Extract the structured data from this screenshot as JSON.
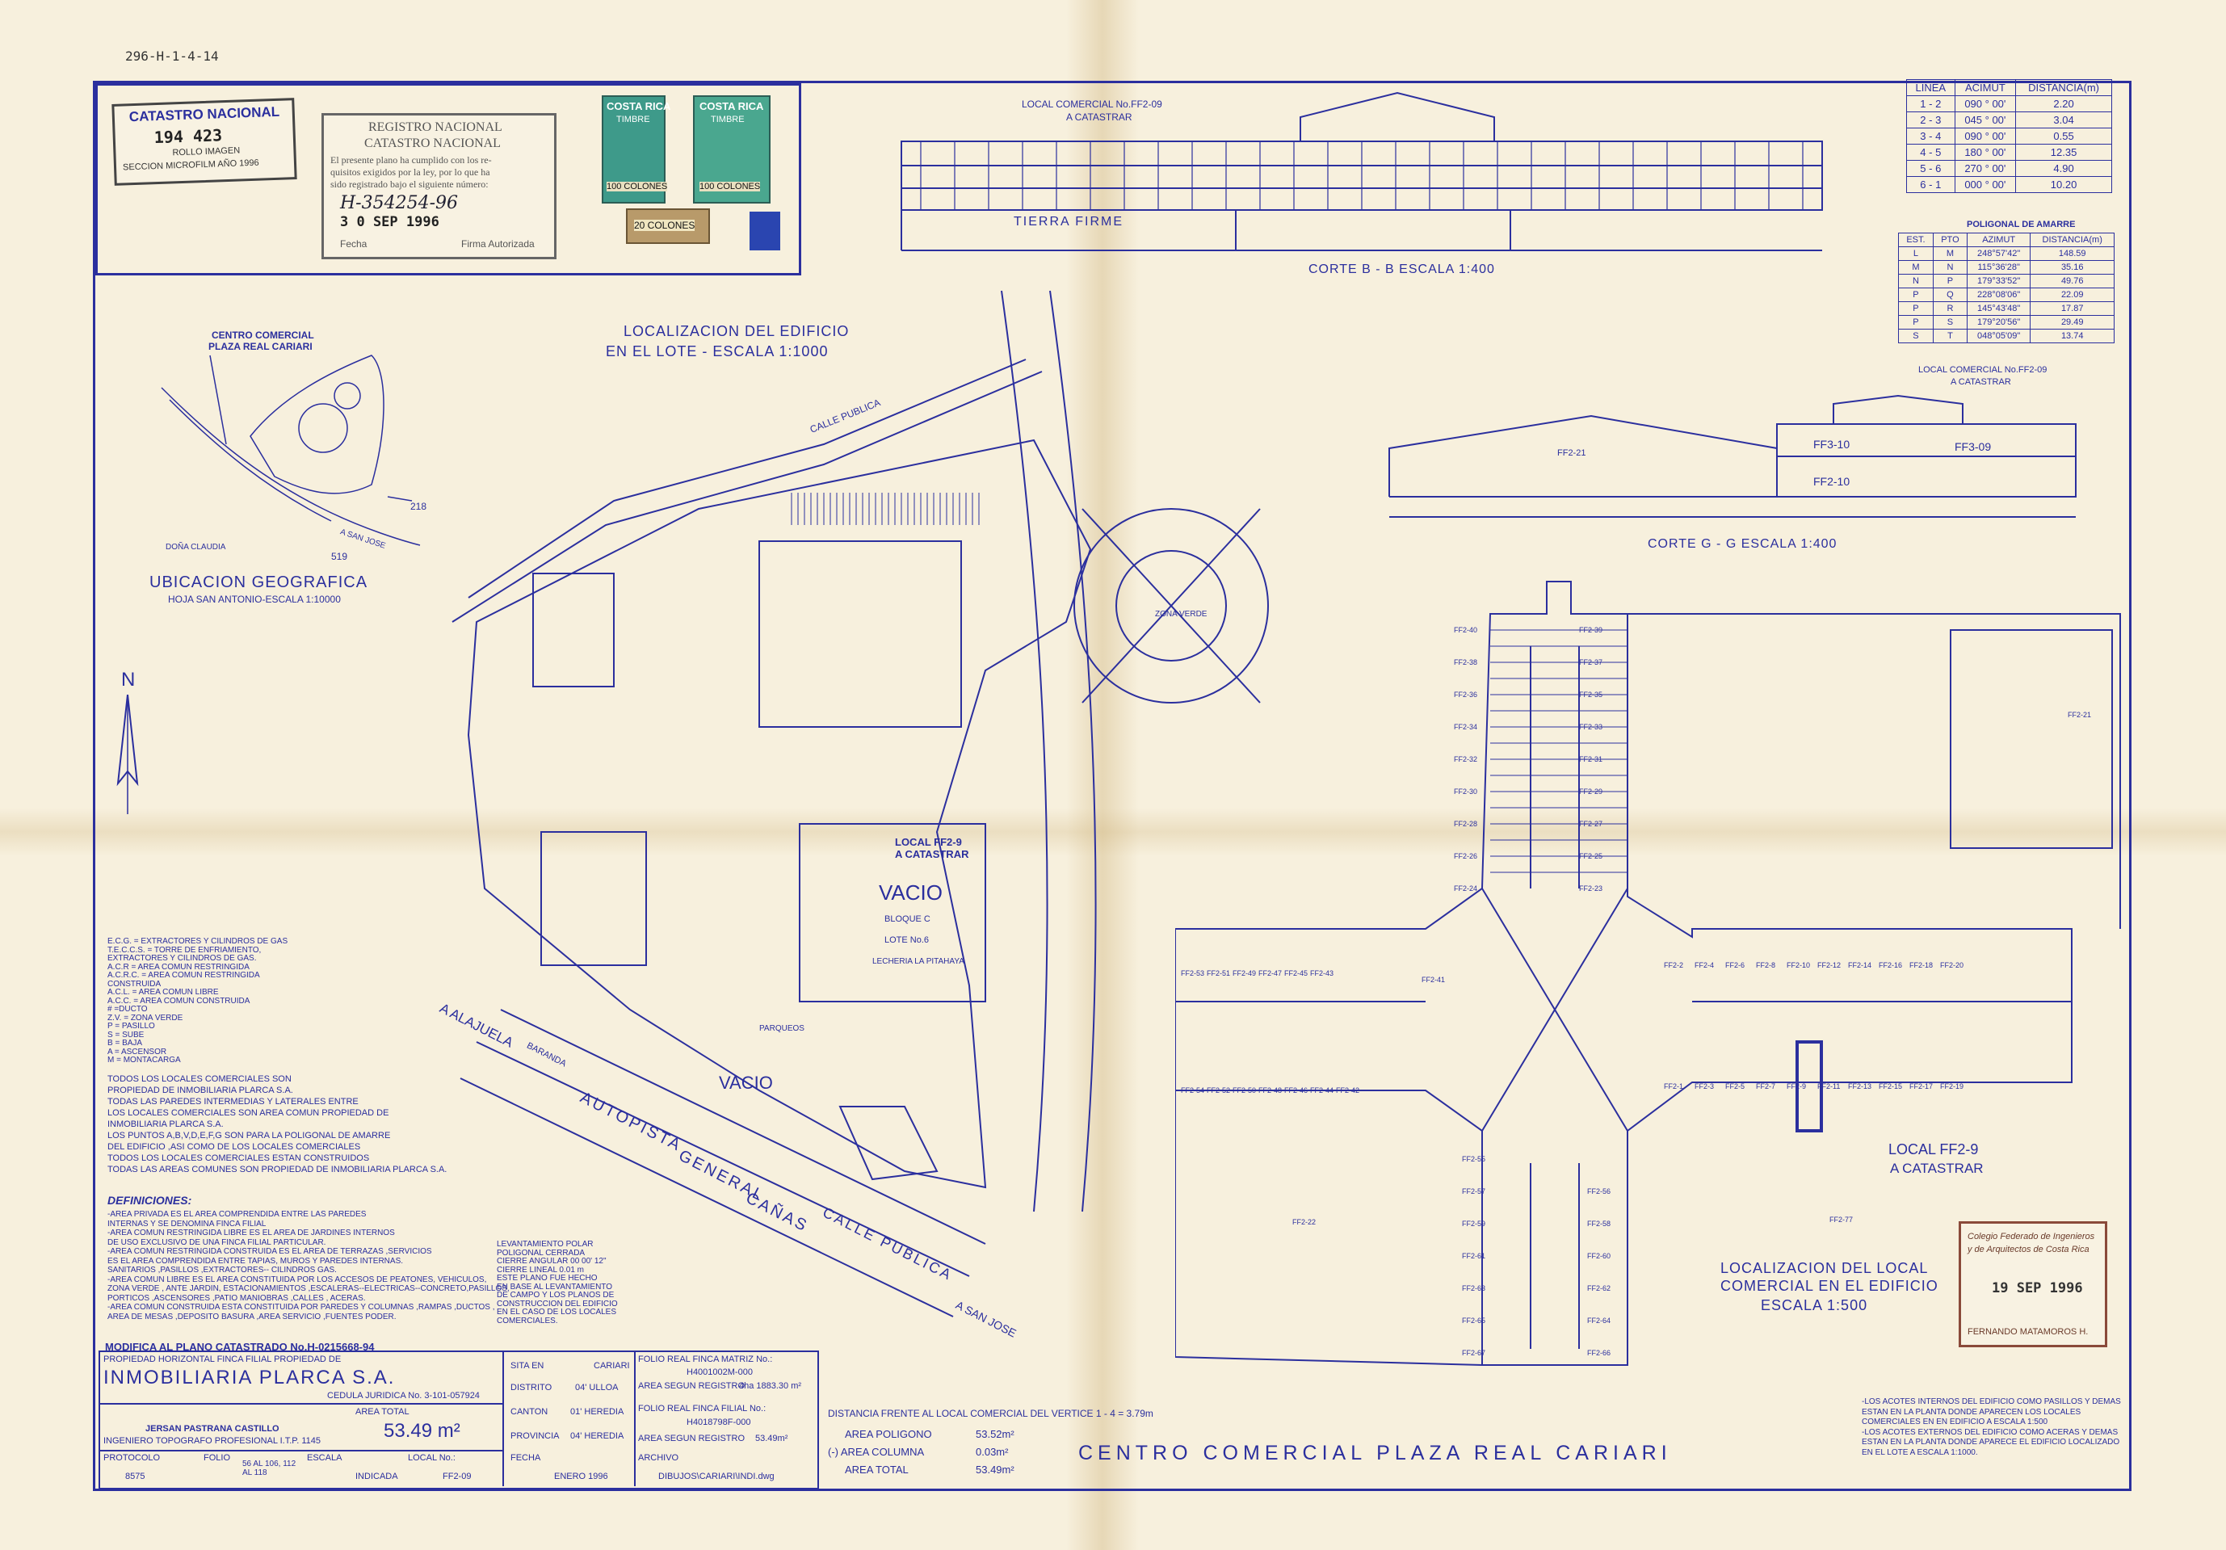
{
  "ref_code": "296-H-1-4-14",
  "catastro_stamp": {
    "title": "CATASTRO NACIONAL",
    "number": "194 423",
    "line1": "ROLLO IMAGEN",
    "line2": "SECCION MICROFILM AÑO 1996"
  },
  "registro_stamp": {
    "title1": "REGISTRO NACIONAL",
    "title2": "CATASTRO NACIONAL",
    "body1": "El presente plano ha cumplido con los re-",
    "body2": "quisitos exigidos por la ley, por lo que ha",
    "body3": "sido registrado bajo el siguiente número:",
    "number": "H-354254-96",
    "date": "3 0 SEP 1996",
    "fecha_label": "Fecha",
    "firma_label": "Firma Autorizada"
  },
  "stamps": {
    "country": "COSTA RICA",
    "timbre": "TIMBRE",
    "value1": "100 COLONES",
    "value2": "100 COLONES",
    "value3": "20 COLONES"
  },
  "section_bb": {
    "top_title": "LOCAL COMERCIAL No.FF2-09",
    "top_sub": "A CATASTRAR",
    "ground": "TIERRA FIRME",
    "caption": "CORTE B - B ESCALA 1:400"
  },
  "section_gg": {
    "top_title": "LOCAL COMERCIAL No.FF2-09",
    "top_sub": "A CATASTRAR",
    "caption": "CORTE G - G ESCALA 1:400",
    "labels": [
      "FF2-21",
      "FF3-10",
      "FF3-09",
      "FF2-10"
    ]
  },
  "lines_table": {
    "headers": [
      "LINEA",
      "ACIMUT",
      "DISTANCIA(m)"
    ],
    "rows": [
      [
        "1 - 2",
        "090 ° 00'",
        "2.20"
      ],
      [
        "2 - 3",
        "045 ° 00'",
        "3.04"
      ],
      [
        "3 - 4",
        "090 ° 00'",
        "0.55"
      ],
      [
        "4 - 5",
        "180 ° 00'",
        "12.35"
      ],
      [
        "5 - 6",
        "270 ° 00'",
        "4.90"
      ],
      [
        "6 - 1",
        "000 ° 00'",
        "10.20"
      ]
    ]
  },
  "poligonal": {
    "title": "POLIGONAL DE AMARRE",
    "headers": [
      "EST.",
      "PTO",
      "AZIMUT",
      "DISTANCIA(m)"
    ],
    "rows": [
      [
        "L",
        "M",
        "248°57'42\"",
        "148.59"
      ],
      [
        "M",
        "N",
        "115°36'28\"",
        "35.16"
      ],
      [
        "N",
        "P",
        "179°33'52\"",
        "49.76"
      ],
      [
        "P",
        "Q",
        "228°08'06\"",
        "22.09"
      ],
      [
        "P",
        "R",
        "145°43'48\"",
        "17.87"
      ],
      [
        "P",
        "S",
        "179°20'56\"",
        "29.49"
      ],
      [
        "S",
        "T",
        "048°05'09\"",
        "13.74"
      ]
    ]
  },
  "location_map": {
    "title1": "LOCALIZACION DEL EDIFICIO",
    "title2": "EN EL LOTE - ESCALA 1:1000",
    "labels": {
      "calle_publica_top": "CALLE PUBLICA",
      "vacio1": "VACIO",
      "vacio2": "VACIO",
      "local": "LOCAL FF2-9",
      "local_sub": "A CATASTRAR",
      "bloque": "BLOQUE C",
      "lote": "LOTE No.6",
      "lecheria": "LECHERIA LA PITAHAYA",
      "autopista": "AUTOPISTA",
      "general": "GENERAL",
      "canas": "CAÑAS",
      "calle_publica_bottom": "CALLE PUBLICA",
      "alajuela": "A ALAJUELA",
      "san_jose": "A SAN JOSE",
      "zona_verde": "ZONA VERDE",
      "parqueos": "PARQUEOS",
      "barranda": "BARANDA"
    }
  },
  "ubicacion": {
    "top1": "CENTRO COMERCIAL",
    "top2": "PLAZA REAL CARIARI",
    "title": "UBICACION GEOGRAFICA",
    "subtitle": "HOJA SAN ANTONIO-ESCALA 1:10000",
    "n519": "519",
    "n218": "218",
    "dona": "DOÑA CLAUDIA",
    "san_jose": "A SAN JOSE"
  },
  "north": "N",
  "legend": [
    "E.C.G. = EXTRACTORES Y CILINDROS DE GAS",
    "T.E.C.C.S. = TORRE DE ENFRIAMIENTO,",
    "EXTRACTORES Y CILINDROS DE GAS.",
    "A.C.R = AREA COMUN RESTRINGIDA",
    "A.C.R.C. = AREA COMUN RESTRINGIDA",
    "CONSTRUIDA",
    "A.C.L. = AREA COMUN LIBRE",
    "A.C.C. = AREA COMUN CONSTRUIDA",
    "# =DUCTO",
    "Z.V. = ZONA VERDE",
    "P = PASILLO",
    "S = SUBE",
    "B = BAJA",
    "A = ASCENSOR",
    "M = MONTACARGA"
  ],
  "notes": [
    "TODOS LOS LOCALES COMERCIALES SON",
    "PROPIEDAD DE INMOBILIARIA PLARCA S.A.",
    "TODAS LAS PAREDES INTERMEDIAS Y LATERALES ENTRE",
    "LOS LOCALES COMERCIALES SON AREA COMUN PROPIEDAD DE",
    "INMOBILIARIA PLARCA S.A.",
    "LOS PUNTOS A,B,V,D,E,F,G SON PARA LA POLIGONAL DE AMARRE",
    "DEL EDIFICIO ,ASI COMO DE LOS LOCALES COMERCIALES",
    "TODOS LOS LOCALES COMERCIALES ESTAN CONSTRUIDOS",
    "TODAS LAS AREAS COMUNES SON PROPIEDAD DE INMOBILIARIA PLARCA S.A."
  ],
  "definiciones": {
    "title": "DEFINICIONES:",
    "lines": [
      "-AREA PRIVADA ES EL AREA COMPRENDIDA ENTRE LAS PAREDES",
      "INTERNAS Y SE DENOMINA FINCA FILIAL",
      "-AREA COMUN RESTRINGIDA LIBRE ES EL AREA DE JARDINES INTERNOS",
      "DE USO EXCLUSIVO DE UNA FINCA FILIAL PARTICULAR.",
      "-AREA COMUN RESTRINGIDA CONSTRUIDA ES EL AREA DE TERRAZAS ,SERVICIOS",
      "ES EL AREA COMPRENDIDA ENTRE TAPIAS, MUROS Y PAREDES INTERNAS.",
      "SANITARIOS ,PASILLOS ,EXTRACTORES-- CILINDROS GAS.",
      "-AREA COMUN LIBRE ES EL AREA CONSTITUIDA POR LOS ACCESOS DE PEATONES, VEHICULOS,",
      "ZONA VERDE , ANTE JARDIN, ESTACIONAMIENTOS ,ESCALERAS--ELECTRICAS--CONCRETO,PASILLOS,",
      "PORTICOS ,ASCENSORES ,PATIO MANIOBRAS ,CALLES , ACERAS.",
      "-AREA COMUN CONSTRUIDA ESTA CONSTITUIDA POR PAREDES Y COLUMNAS ,RAMPAS ,DUCTOS ,",
      "AREA DE MESAS ,DEPOSITO BASURA ,AREA SERVICIO ,FUENTES PODER."
    ]
  },
  "levantamiento": [
    "LEVANTAMIENTO POLAR",
    "POLIGONAL CERRADA",
    "CIERRE ANGULAR 00 00' 12\"",
    "CIERRE LINEAL 0.01 m",
    "ESTE PLANO FUE HECHO",
    "EN BASE AL LEVANTAMIENTO",
    "DE CAMPO Y LOS PLANOS DE",
    "CONSTRUCCION DEL EDIFICIO",
    "EN EL CASO DE LOS LOCALES",
    "COMERCIALES."
  ],
  "floor_plan": {
    "title1": "LOCALIZACION DEL LOCAL",
    "title2": "COMERCIAL EN EL EDIFICIO",
    "title3": "ESCALA 1:500",
    "local": "LOCAL FF2-9",
    "local_sub": "A CATASTRAR",
    "units_top_left": [
      "FF2-40",
      "FF2-38",
      "FF2-36",
      "FF2-34",
      "FF2-32",
      "FF2-30",
      "FF2-28",
      "FF2-26",
      "FF2-24"
    ],
    "units_top_right": [
      "FF2-39",
      "FF2-37",
      "FF2-35",
      "FF2-33",
      "FF2-31",
      "FF2-29",
      "FF2-27",
      "FF2-25",
      "FF2-23"
    ],
    "units_row_left": [
      "FF2-53",
      "FF2-51",
      "FF2-49",
      "FF2-47",
      "FF2-45",
      "FF2-43"
    ],
    "units_row_left2": [
      "FF2-54",
      "FF2-52",
      "FF2-50",
      "FF2-48",
      "FF2-46",
      "FF2-44",
      "FF2-42"
    ],
    "units_row_right": [
      "FF2-2",
      "FF2-4",
      "FF2-6",
      "FF2-8",
      "FF2-10",
      "FF2-12",
      "FF2-14",
      "FF2-16",
      "FF2-18",
      "FF2-20"
    ],
    "units_row_right2": [
      "FF2-1",
      "FF2-3",
      "FF2-5",
      "FF2-7",
      "FF2-9",
      "FF2-11",
      "FF2-13",
      "FF2-15",
      "FF2-17",
      "FF2-19"
    ],
    "units_bottom": [
      "FF2-55",
      "FF2-57",
      "FF2-59",
      "FF2-61",
      "FF2-63",
      "FF2-65",
      "FF2-67"
    ],
    "units_bottom_right": [
      "FF2-56",
      "FF2-58",
      "FF2-60",
      "FF2-62",
      "FF2-64",
      "FF2-66"
    ],
    "big_units": [
      "FF2-21",
      "FF2-22",
      "FF2-41",
      "FF2-77"
    ]
  },
  "engineer_stamp": {
    "line1": "Colegio Federado de Ingenieros",
    "line2": "y de Arquitectos de Costa Rica",
    "date": "19 SEP 1996",
    "name": "FERNANDO MATAMOROS H."
  },
  "notes_bottom_right": [
    "-LOS ACOTES INTERNOS DEL EDIFICIO COMO PASILLOS Y DEMAS",
    "ESTAN EN LA PLANTA DONDE APARECEN LOS LOCALES",
    "COMERCIALES EN EN EDIFICIO A ESCALA 1:500",
    "-LOS ACOTES EXTERNOS DEL EDIFICIO COMO ACERAS Y DEMAS",
    "ESTAN EN LA PLANTA DONDE APARECE EL EDIFICIO LOCALIZADO",
    "EN EL LOTE A ESCALA 1:1000."
  ],
  "title_block": {
    "modifica": "MODIFICA AL PLANO CATASTRADO No.H-0215668-94",
    "propiedad": "PROPIEDAD HORIZONTAL FINCA FILIAL PROPIEDAD DE",
    "owner": "INMOBILIARIA PLARCA S.A.",
    "cedula": "CEDULA JURIDICA No. 3-101-057924",
    "engineer": "JERSAN PASTRANA CASTILLO",
    "engineer_title": "INGENIERO TOPOGRAFO PROFESIONAL I.T.P. 1145",
    "area_total_label": "AREA TOTAL",
    "area_total": "53.49 m²",
    "protocolo_label": "PROTOCOLO",
    "protocolo": "8575",
    "folio_label": "FOLIO",
    "folio": "56 AL 106, 112 AL 118",
    "escala_label": "ESCALA",
    "escala": "INDICADA",
    "local_no_label": "LOCAL No.:",
    "local_no": "FF2-09",
    "sita_label": "SITA EN",
    "sita": "CARIARI",
    "distrito_label": "DISTRITO",
    "distrito": "04' ULLOA",
    "canton_label": "CANTON",
    "canton": "01' HEREDIA",
    "provincia_label": "PROVINCIA",
    "provincia": "04' HEREDIA",
    "fecha_label": "FECHA",
    "fecha": "ENERO 1996",
    "folio_matriz_label": "FOLIO REAL FINCA MATRIZ No.:",
    "folio_matriz": "H4001002M-000",
    "area_registro_label": "AREA SEGUN REGISTRO",
    "area_registro": "4ha 1883.30 m²",
    "folio_filial_label": "FOLIO REAL FINCA FILIAL No.:",
    "folio_filial": "H4018798F-000",
    "area_registro2": "53.49m²",
    "archivo_label": "ARCHIVO",
    "archivo": "DIBUJOS\\CARIARI\\INDI.dwg"
  },
  "area_summary": {
    "distancia": "DISTANCIA FRENTE AL LOCAL COMERCIAL DEL VERTICE 1 - 4 = 3.79m",
    "poligono_label": "AREA POLIGONO",
    "poligono": "53.52m²",
    "columna_label": "(-) AREA COLUMNA",
    "columna": "0.03m²",
    "total_label": "AREA TOTAL",
    "total": "53.49m²"
  },
  "main_title": "CENTRO COMERCIAL PLAZA REAL CARIARI"
}
